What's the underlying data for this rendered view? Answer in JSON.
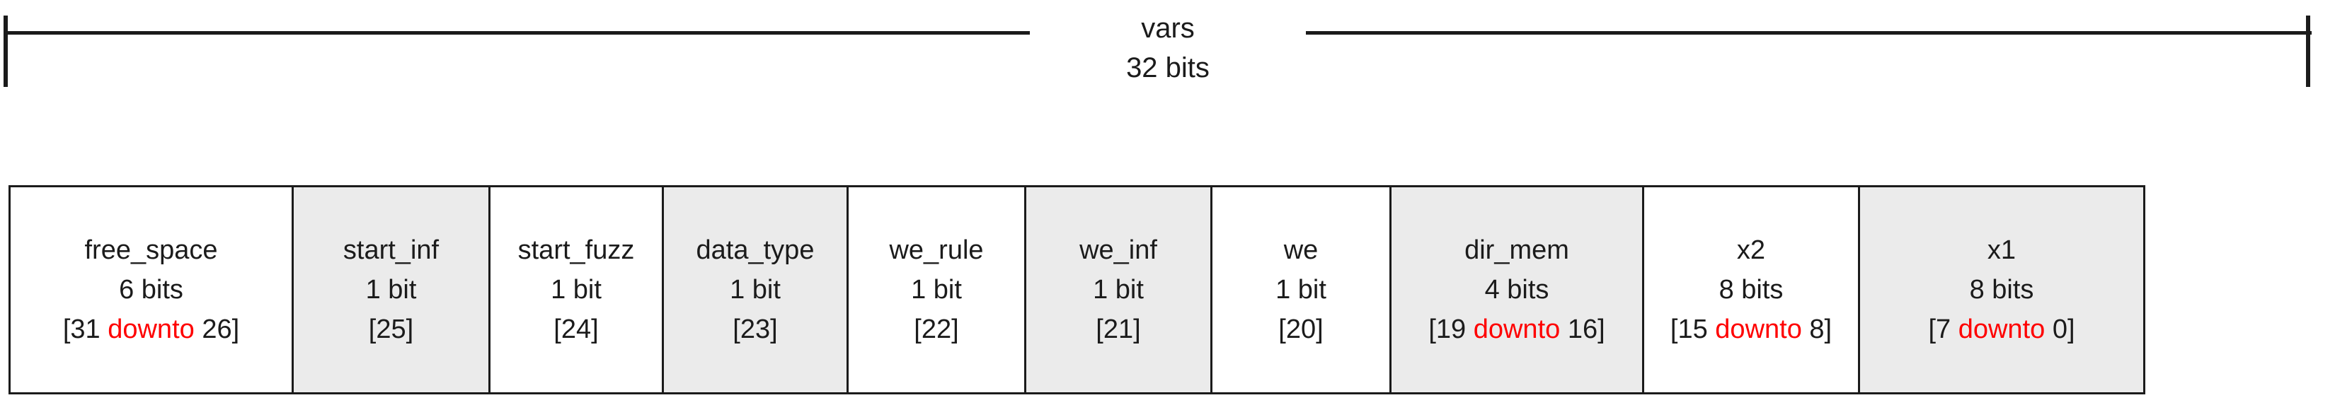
{
  "diagram": {
    "title": "vars",
    "total_size": "32 bits",
    "keyword": "downto",
    "colors": {
      "keyword": "#ff0000",
      "text": "#1b1b1b",
      "border": "#1b1b1b",
      "shaded_cell": "#ebebeb",
      "plain_cell": "#ffffff"
    }
  },
  "fields": [
    {
      "name": "free_space",
      "size": "6 bits",
      "range_open": "[31 ",
      "range_keyword": "downto",
      "range_close": " 26]",
      "shaded": false
    },
    {
      "name": "start_inf",
      "size": "1 bit",
      "range_open": "[25]",
      "range_keyword": "",
      "range_close": "",
      "shaded": true
    },
    {
      "name": "start_fuzz",
      "size": "1 bit",
      "range_open": "[24]",
      "range_keyword": "",
      "range_close": "",
      "shaded": false
    },
    {
      "name": "data_type",
      "size": "1 bit",
      "range_open": "[23]",
      "range_keyword": "",
      "range_close": "",
      "shaded": true
    },
    {
      "name": "we_rule",
      "size": "1 bit",
      "range_open": "[22]",
      "range_keyword": "",
      "range_close": "",
      "shaded": false
    },
    {
      "name": "we_inf",
      "size": "1 bit",
      "range_open": "[21]",
      "range_keyword": "",
      "range_close": "",
      "shaded": true
    },
    {
      "name": "we",
      "size": "1 bit",
      "range_open": "[20]",
      "range_keyword": "",
      "range_close": "",
      "shaded": false
    },
    {
      "name": "dir_mem",
      "size": "4 bits",
      "range_open": "[19 ",
      "range_keyword": "downto",
      "range_close": " 16]",
      "shaded": true
    },
    {
      "name": "x2",
      "size": "8 bits",
      "range_open": "[15 ",
      "range_keyword": "downto",
      "range_close": " 8]",
      "shaded": false
    },
    {
      "name": "x1",
      "size": "8 bits",
      "range_open": "[7 ",
      "range_keyword": "downto",
      "range_close": " 0]",
      "shaded": true
    }
  ]
}
